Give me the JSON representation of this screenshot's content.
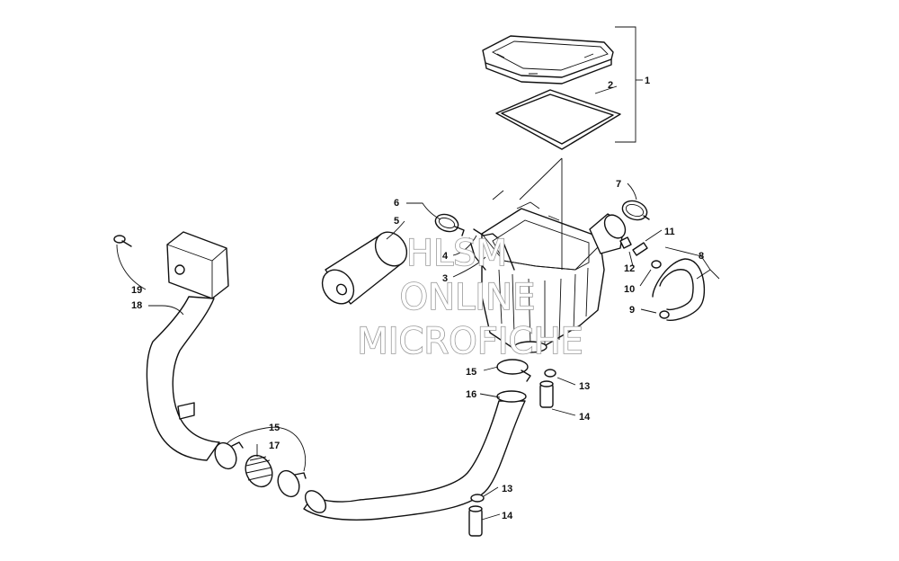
{
  "callouts": {
    "c1": "1",
    "c2": "2",
    "c3": "3",
    "c4": "4",
    "c5": "5",
    "c6": "6",
    "c7": "7",
    "c8": "8",
    "c9": "9",
    "c10": "10",
    "c11": "11",
    "c12": "12",
    "c13a": "13",
    "c13b": "13",
    "c14a": "14",
    "c14b": "14",
    "c15a": "15",
    "c15b": "15",
    "c16": "16",
    "c17": "17",
    "c18": "18",
    "c19": "19"
  },
  "watermark": {
    "line1": "HLSM",
    "line2": "ONLINE",
    "line3": "MICROFICHE"
  }
}
